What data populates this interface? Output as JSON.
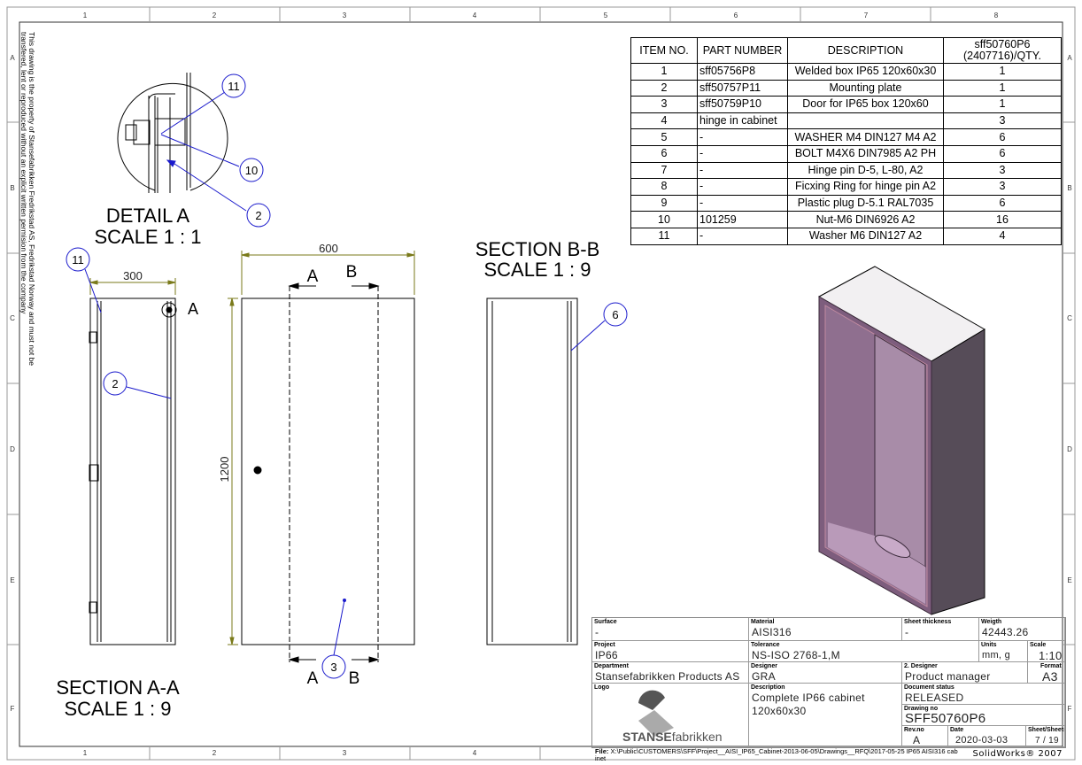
{
  "frame": {
    "columns": [
      "1",
      "2",
      "3",
      "4",
      "5",
      "6",
      "7",
      "8"
    ],
    "rows": [
      "A",
      "B",
      "C",
      "D",
      "E",
      "F"
    ]
  },
  "notice": "This drawing is the property of Stansefabrikken Fredrikstad AS, Fredrikstad Norway and must not be transfered, lent or reproduced without an explicit written permision from the company",
  "bom": {
    "headers": [
      "ITEM NO.",
      "PART NUMBER",
      "DESCRIPTION",
      "sff50760P6 (2407716)/QTY."
    ],
    "rows": [
      [
        "1",
        "sff05756P8",
        "Welded box IP65 120x60x30",
        "1"
      ],
      [
        "2",
        "sff50757P11",
        "Mounting plate",
        "1"
      ],
      [
        "3",
        "sff50759P10",
        "Door for IP65 box 120x60",
        "1"
      ],
      [
        "4",
        "hinge in cabinet",
        "",
        "3"
      ],
      [
        "5",
        "-",
        "WASHER M4 DIN127  M4 A2",
        "6"
      ],
      [
        "6",
        "-",
        "BOLT M4X6 DIN7985 A2 PH",
        "6"
      ],
      [
        "7",
        "-",
        "Hinge pin D-5, L-80, A2",
        "3"
      ],
      [
        "8",
        "-",
        "Ficxing Ring for hinge pin A2",
        "3"
      ],
      [
        "9",
        "-",
        "Plastic plug D-5.1 RAL7035",
        "6"
      ],
      [
        "10",
        "101259",
        "Nut-M6 DIN6926 A2",
        "16"
      ],
      [
        "11",
        "-",
        "Washer M6 DIN127 A2",
        "4"
      ]
    ]
  },
  "views": {
    "detail_a": {
      "title": "DETAIL A",
      "scale": "SCALE 1 : 1",
      "balloons": [
        "11",
        "10",
        "2"
      ]
    },
    "section_aa": {
      "title": "SECTION A-A",
      "scale": "SCALE 1 : 9",
      "dim": "300",
      "balloons": [
        "11",
        "2"
      ],
      "detail_marker": "A"
    },
    "front": {
      "dim_width": "600",
      "dim_height": "1200",
      "cut_a": "A",
      "cut_b": "B",
      "balloon": "3"
    },
    "section_bb": {
      "title": "SECTION B-B",
      "scale": "SCALE 1 : 9",
      "balloon": "6"
    }
  },
  "title_block": {
    "surface": {
      "label": "Surface",
      "value": "-"
    },
    "material": {
      "label": "Material",
      "value": "AISI316"
    },
    "sheet_thickness": {
      "label": "Sheet thickness",
      "value": "-"
    },
    "weight": {
      "label": "Weigth",
      "value": "42443.26"
    },
    "project": {
      "label": "Project",
      "value": "IP66"
    },
    "tolerance": {
      "label": "Tolerance",
      "value": "NS-ISO 2768-1,M"
    },
    "units": {
      "label": "Units",
      "value": "mm, g"
    },
    "scale": {
      "label": "Scale",
      "value": "1:10"
    },
    "department": {
      "label": "Department",
      "value": "Stansefabrikken Products AS"
    },
    "designer": {
      "label": "Designer",
      "value": "GRA"
    },
    "designer2": {
      "label": "2. Designer",
      "value": "Product manager"
    },
    "format": {
      "label": "Format",
      "value": "A3"
    },
    "logo": {
      "label": "Logo",
      "brand_bold": "STANSE",
      "brand_light": "fabrikken"
    },
    "description": {
      "label": "Description",
      "line1": "Complete IP66 cabinet",
      "line2": "120x60x30"
    },
    "status": {
      "label": "Document status",
      "value": "RELEASED"
    },
    "drawing_no": {
      "label": "Drawing no",
      "value": "SFF50760P6"
    },
    "rev": {
      "label": "Rev.no",
      "value": "A"
    },
    "date": {
      "label": "Date",
      "value": "2020-03-03"
    },
    "sheets": {
      "label": "Sheet/Sheets",
      "value": "7 / 19"
    }
  },
  "footer": {
    "file_label": "File:",
    "path": "X:\\Public\\CUSTOMERS\\SFF\\Project__AISI_IP65_Cabinet-2013-06-05\\Drawings__RFQ\\2017-05-25 IP65 AISI316 cabinet",
    "software": "SolidWorks® 2007"
  },
  "colors": {
    "dimension": "#7a7a1a",
    "balloon": "#1a1acc",
    "iso_face": "#8a6a8a",
    "iso_side": "#564c58"
  }
}
